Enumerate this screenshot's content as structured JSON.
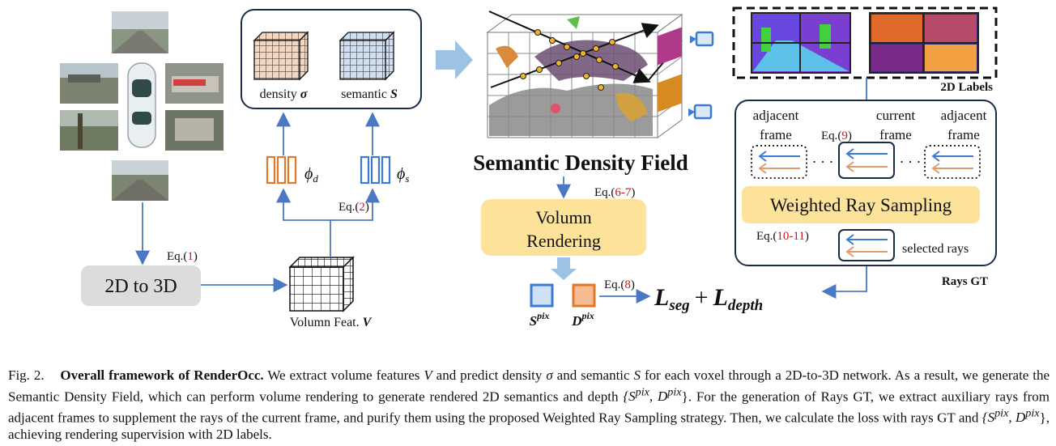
{
  "figure": {
    "views": [
      "front camera",
      "front-left camera",
      "front-right camera",
      "back-left camera",
      "back-right camera",
      "back camera"
    ],
    "encoder_box": "2D to 3D",
    "eq1": {
      "prefix": "Eq.(",
      "num": "1",
      "suffix": ")"
    },
    "eq2": {
      "prefix": "Eq.(",
      "num": "2",
      "suffix": ")"
    },
    "eq6_7": {
      "prefix": "Eq.(",
      "num": "6-7",
      "suffix": ")"
    },
    "eq8": {
      "prefix": "Eq.(",
      "num": "8",
      "suffix": ")"
    },
    "eq9": {
      "prefix": "Eq.(",
      "num": "9",
      "suffix": ")"
    },
    "eq10_11": {
      "prefix": "Eq.(",
      "num": "10-11",
      "suffix": ")"
    },
    "volume_feat_label": "Volumn Feat.",
    "volume_feat_symbol": "V",
    "density_label": "density",
    "density_symbol": "σ",
    "semantic_label": "semantic",
    "semantic_symbol": "S",
    "phi_d": "ϕ",
    "phi_d_sub": "d",
    "phi_s": "ϕ",
    "phi_s_sub": "s",
    "field_title": "Semantic Density Field",
    "render_box_line1": "Volumn",
    "render_box_line2": "Rendering",
    "s_pix": "S",
    "d_pix": "D",
    "pix_sup": "pix",
    "loss_l1": "L",
    "loss_l1_sub": "seg",
    "loss_plus": "+",
    "loss_l2": "L",
    "loss_l2_sub": "depth",
    "labels_2d": "2D Labels",
    "adjacent_frame": "adjacent\nframe",
    "current_frame": "current\nframe",
    "dots": "· · ·",
    "weighted_box": "Weighted Ray Sampling",
    "selected_rays": "selected rays",
    "rays_gt": "Rays GT",
    "colors": {
      "blue": "#3a7bd5",
      "orange": "#e0782c",
      "yellow": "#fde39a",
      "gray": "#dcdcdc",
      "arrow": "#4a78c4"
    }
  },
  "caption": {
    "fig_label": "Fig. 2.",
    "title": "Overall framework of RenderOcc.",
    "text_1": "We extract volume features",
    "v": "V",
    "text_2": "and predict density",
    "sigma": "σ",
    "text_3": "and semantic",
    "s": "S",
    "text_4": "for each voxel through a 2D-to-3D network. As a result, we generate the Semantic Density Field, which can perform volume rendering to generate rendered 2D semantics and depth",
    "set_1": "{S",
    "pix": "pix",
    "set_mid": ", D",
    "set_end": "}.",
    "text_5": "For the generation of Rays GT, we extract auxiliary rays from adjacent frames to supplement the rays of the current frame, and purify them using the proposed Weighted Ray Sampling strategy. Then, we calculate the loss with rays GT and",
    "set_2_end": "},",
    "text_6": "achieving rendering supervision with 2D labels."
  }
}
